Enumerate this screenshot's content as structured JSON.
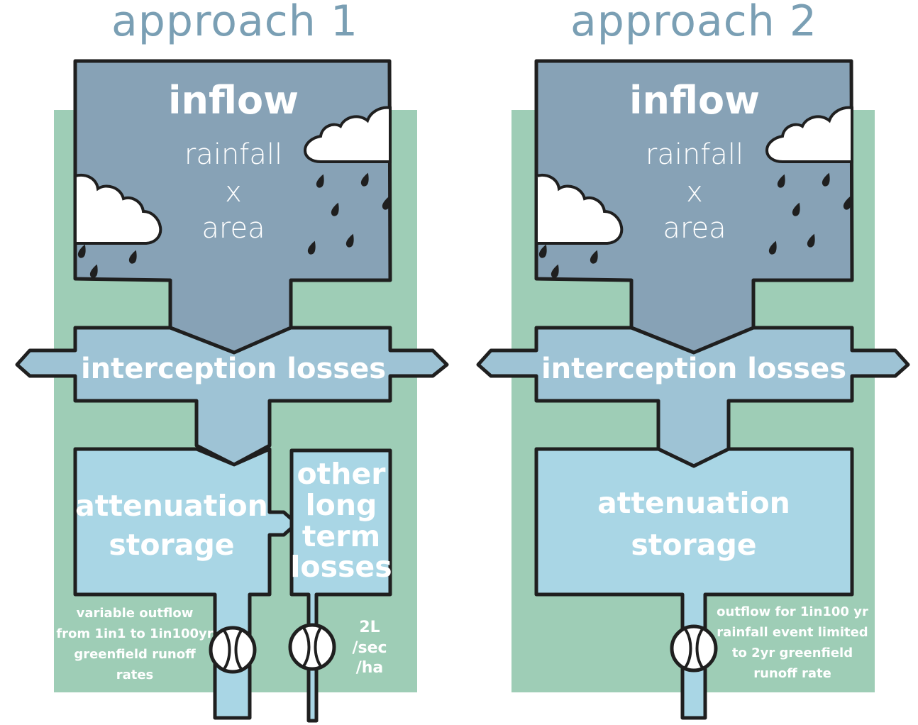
{
  "colors": {
    "background_green": "#9ecdb6",
    "inflow_blue": "#87a2b6",
    "interception_blue": "#9ec3d5",
    "storage_blue": "#a9d6e5",
    "title_blue": "#7a9fb4",
    "ink": "#1f1f1f"
  },
  "approach1": {
    "title": "approach 1",
    "inflow": {
      "heading": "inflow",
      "line1": "rainfall",
      "operator": "x",
      "line2": "area"
    },
    "interception": "interception losses",
    "storage": {
      "line1": "attenuation",
      "line2": "storage"
    },
    "long_term": {
      "line1": "other",
      "line2": "long",
      "line3": "term",
      "line4": "losses"
    },
    "outflow_note": {
      "line1": "variable outflow",
      "line2": "from 1in1 to 1in100yr",
      "line3": "greenfield runoff",
      "line4": "rates"
    },
    "rate_note": {
      "line1": "2L",
      "line2": "/sec",
      "line3": "/ha"
    }
  },
  "approach2": {
    "title": "approach 2",
    "inflow": {
      "heading": "inflow",
      "line1": "rainfall",
      "operator": "x",
      "line2": "area"
    },
    "interception": "interception losses",
    "storage": {
      "line1": "attenuation",
      "line2": "storage"
    },
    "outflow_note": {
      "line1": "outflow for 1in100 yr",
      "line2": "rainfall event limited",
      "line3": "to 2yr greenfield",
      "line4": "runoff rate"
    }
  }
}
